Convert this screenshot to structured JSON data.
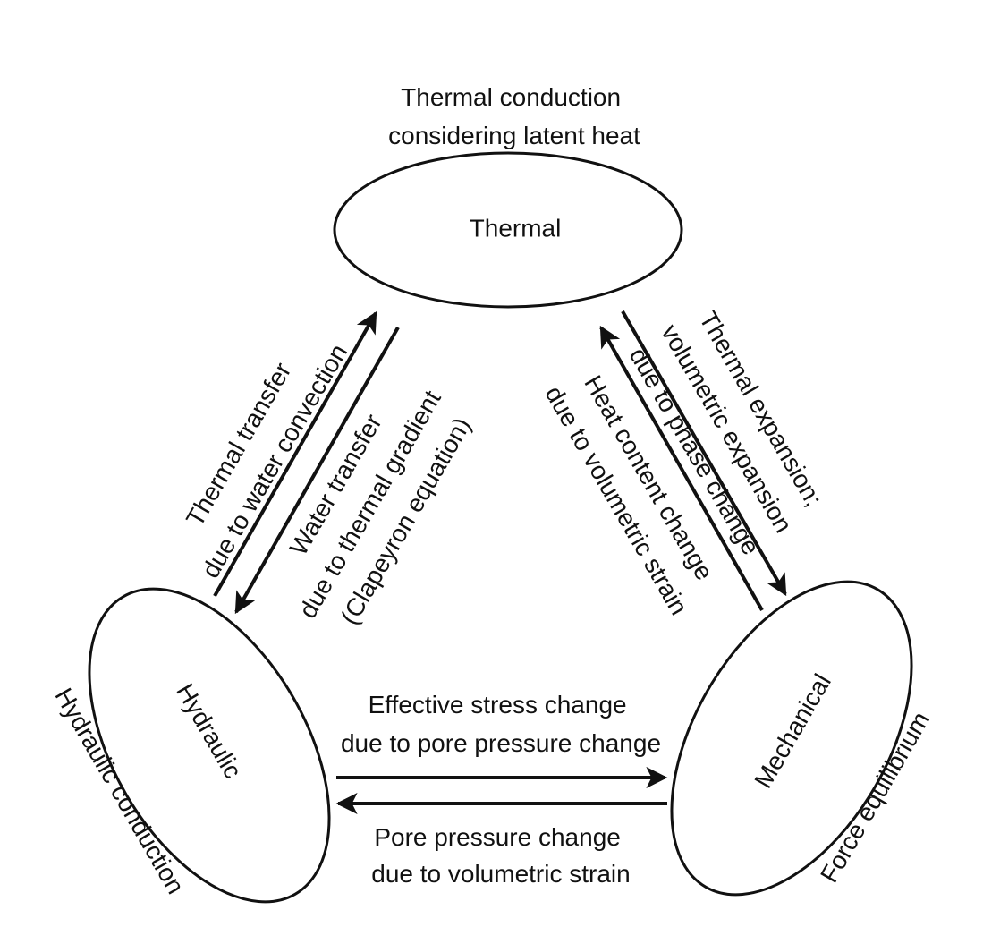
{
  "nodes": {
    "thermal": {
      "label": "Thermal"
    },
    "hydraulic": {
      "label": "Hydraulic"
    },
    "mechanical": {
      "label": "Mechanical"
    }
  },
  "self_processes": {
    "thermal": [
      "Thermal conduction",
      "considering latent heat"
    ],
    "hydraulic": "Hydraulic conduction",
    "mechanical": "Force equilibrium"
  },
  "couplings": {
    "hydraulic_to_thermal": [
      "Thermal transfer",
      "due to water convection"
    ],
    "thermal_to_hydraulic": [
      "Water transfer",
      "due to thermal gradient",
      "(Clapeyron equation)"
    ],
    "thermal_to_mechanical": [
      "Thermal expansion;",
      "volumetric expansion",
      "due to phase change"
    ],
    "mechanical_to_thermal": [
      "Heat content change",
      "due to volumetric strain"
    ],
    "hydraulic_to_mechanical": [
      "Effective stress change",
      "due to pore pressure change"
    ],
    "mechanical_to_hydraulic": [
      "Pore pressure change",
      "due to volumetric strain"
    ]
  },
  "colors": {
    "stroke": "#111111",
    "background": "#ffffff"
  }
}
